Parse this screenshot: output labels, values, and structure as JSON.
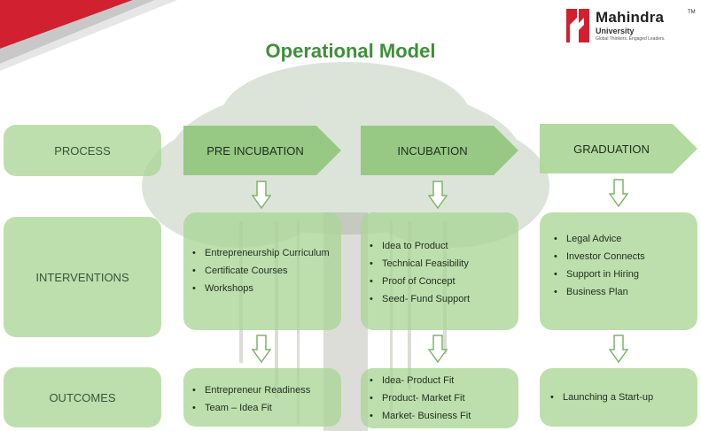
{
  "title": "Operational Model",
  "logo": {
    "name": "Mahindra",
    "tm": "TM",
    "university": "University",
    "tagline": "Global Thinkers. Engaged Leaders."
  },
  "row_labels": {
    "process": "PROCESS",
    "interventions": "INTERVENTIONS",
    "outcomes": "OUTCOMES"
  },
  "stages": [
    {
      "label": "PRE INCUBATION",
      "interventions": [
        "Entrepreneurship Curriculum",
        "Certificate Courses",
        "Workshops"
      ],
      "outcomes": [
        "Entrepreneur Readiness",
        "Team – Idea Fit"
      ]
    },
    {
      "label": "INCUBATION",
      "interventions": [
        "Idea to Product",
        "Technical Feasibility",
        "Proof of Concept",
        "Seed- Fund Support"
      ],
      "outcomes": [
        "Idea- Product Fit",
        "Product- Market Fit",
        "Market- Business Fit"
      ]
    },
    {
      "label": "GRADUATION",
      "interventions": [
        "Legal Advice",
        "Investor Connects",
        "Support in Hiring",
        "Business Plan"
      ],
      "outcomes": [
        "Launching a Start-up"
      ]
    }
  ],
  "colors": {
    "title_green": "#3f8f3a",
    "box_green": "#aad696",
    "arrow_green": "#8fc47a",
    "logo_red": "#d1202f"
  }
}
